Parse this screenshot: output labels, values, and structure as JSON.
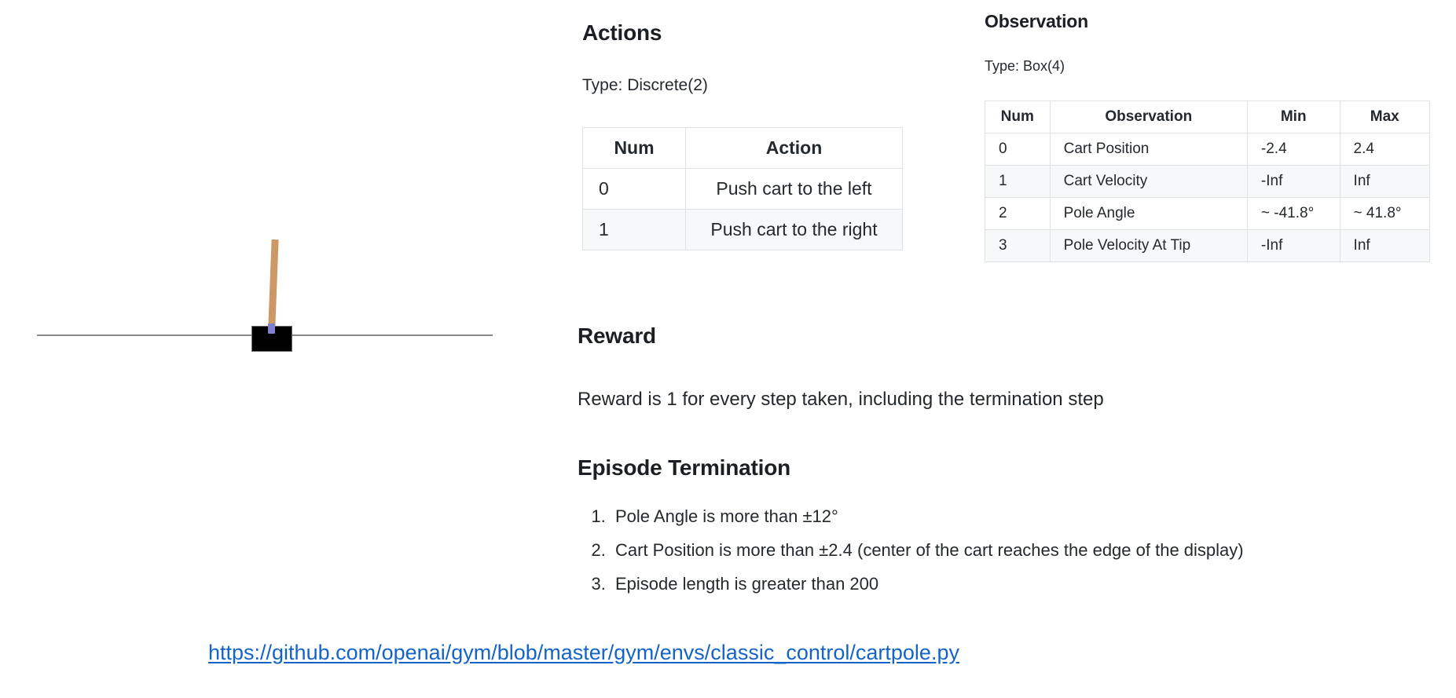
{
  "figure": {
    "name": "cartpole-illustration",
    "cart_color": "#000000",
    "pole_color": "#cc9966",
    "axle_color": "#8080d4",
    "track_color": "#8a8a8a"
  },
  "actions": {
    "heading": "Actions",
    "type_label": "Type: Discrete(2)",
    "columns": [
      "Num",
      "Action"
    ],
    "rows": [
      {
        "num": "0",
        "action": "Push cart to the left"
      },
      {
        "num": "1",
        "action": "Push cart to the right"
      }
    ]
  },
  "observation": {
    "heading": "Observation",
    "type_label": "Type: Box(4)",
    "columns": [
      "Num",
      "Observation",
      "Min",
      "Max"
    ],
    "rows": [
      {
        "num": "0",
        "observation": "Cart Position",
        "min": "-2.4",
        "max": "2.4"
      },
      {
        "num": "1",
        "observation": "Cart Velocity",
        "min": "-Inf",
        "max": "Inf"
      },
      {
        "num": "2",
        "observation": "Pole Angle",
        "min": "~ -41.8°",
        "max": "~ 41.8°"
      },
      {
        "num": "3",
        "observation": "Pole Velocity At Tip",
        "min": "-Inf",
        "max": "Inf"
      }
    ]
  },
  "reward": {
    "heading": "Reward",
    "text": "Reward is 1 for every step taken, including the termination step"
  },
  "termination": {
    "heading": "Episode Termination",
    "items": [
      "Pole Angle is more than ±12°",
      "Cart Position is more than ±2.4 (center of the cart reaches the edge of the display)",
      "Episode length is greater than 200"
    ]
  },
  "link": {
    "text": "https://github.com/openai/gym/blob/master/gym/envs/classic_control/cartpole.py",
    "color": "#1464c8"
  }
}
